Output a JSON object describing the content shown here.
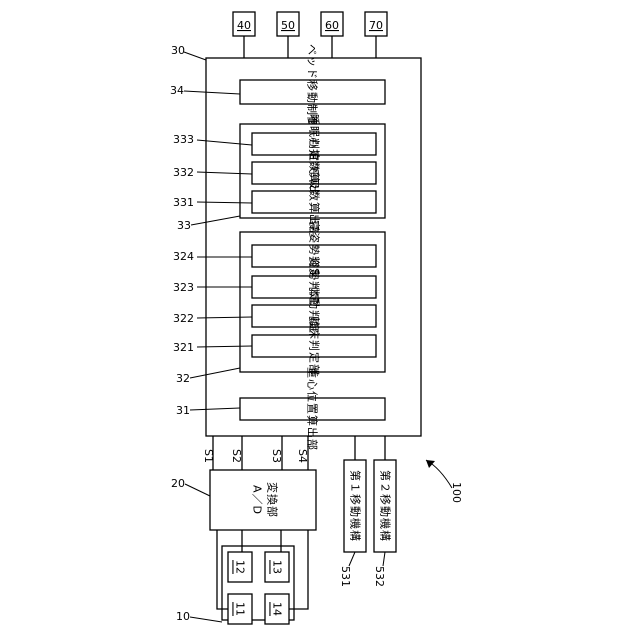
{
  "components": {
    "top": [
      "40",
      "50",
      "60",
      "70"
    ],
    "mechanisms": [
      {
        "ref": "531",
        "label": "第１移動機構"
      },
      {
        "ref": "532",
        "label": "第２移動機構"
      }
    ]
  },
  "controller": {
    "ref": "30",
    "bed_control": {
      "ref": "34",
      "label": "ベッド移動制御部"
    },
    "group33": {
      "ref": "33",
      "units": [
        {
          "ref": "333",
          "label": "睡眠判定部"
        },
        {
          "ref": "332",
          "label": "心拍数算出部"
        },
        {
          "ref": "331",
          "label": "呼吸数算出部"
        }
      ]
    },
    "group32": {
      "ref": "32",
      "units": [
        {
          "ref": "324",
          "label": "寝姿勢判定部"
        },
        {
          "ref": "323",
          "label": "姿勢判定部"
        },
        {
          "ref": "322",
          "label": "体動判定部"
        },
        {
          "ref": "321",
          "label": "離床判定部"
        }
      ]
    },
    "centroid": {
      "ref": "31",
      "label": "重心位置算出部"
    }
  },
  "signals": [
    "S1",
    "S2",
    "S3",
    "S4"
  ],
  "converter": {
    "ref": "20",
    "line1": "A／D",
    "line2": "変換部"
  },
  "sensor_group": {
    "ref": "10",
    "sensors": [
      "12",
      "13",
      "11",
      "14"
    ]
  },
  "system_ref": "100"
}
